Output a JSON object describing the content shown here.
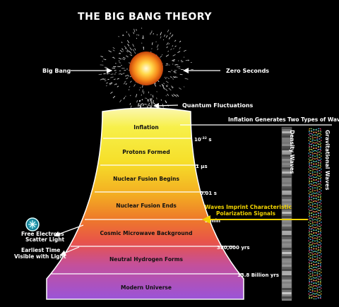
{
  "title": "THE BIG BANG THEORY",
  "labels": {
    "big_bang": "Big Bang",
    "zero_seconds": "Zero Seconds",
    "quantum_fluctuations": "Quantum Fluctuations",
    "inflation_two_waves": "Inflation Generates Two Types of Waves",
    "density_waves": "Density Waves",
    "gravitational_waves": "Gravitational Waves",
    "waves_imprint_line1": "Waves Imprint Characteristic",
    "waves_imprint_line2": "Polarization Signals",
    "free_electrons_line1": "Free Electrons",
    "free_electrons_line2": "Scatter Light",
    "earliest_time_line1": "Earliest Time",
    "earliest_time_line2": "Visible with Light"
  },
  "stages": [
    {
      "label": "Inflation"
    },
    {
      "label": "Protons Formed"
    },
    {
      "label": "Nuclear Fusion Begins"
    },
    {
      "label": "Nuclear Fusion Ends"
    },
    {
      "label": "Cosmic Microwave Background"
    },
    {
      "label": "Neutral Hydrogen Forms"
    },
    {
      "label": "Modern Universe"
    }
  ],
  "times": [
    {
      "base": "10",
      "sup": "-32",
      "unit": " s"
    },
    {
      "text": "1 µs"
    },
    {
      "text": "0.01 s"
    },
    {
      "text": "3 min"
    },
    {
      "text": "380,000 yrs"
    },
    {
      "text": "13.8 Billion yrs"
    }
  ],
  "colors": {
    "yellow_accent": "#f2d400",
    "arrow_white": "#ffffff"
  }
}
